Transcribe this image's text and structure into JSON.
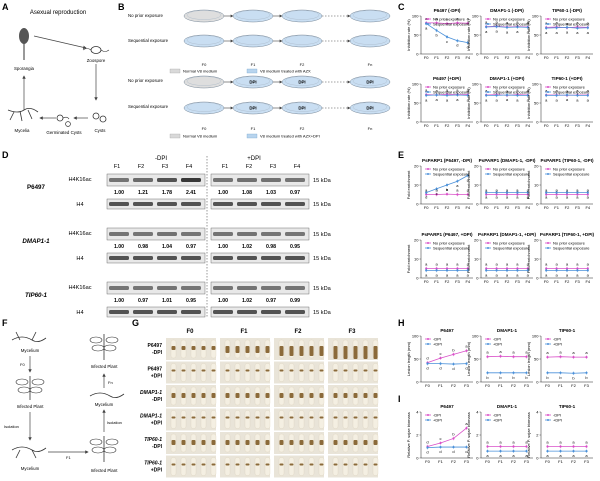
{
  "panel_labels": [
    "A",
    "B",
    "C",
    "D",
    "E",
    "F",
    "G",
    "H",
    "I"
  ],
  "A": {
    "title": "Asexual reproduction",
    "stages": [
      "Sporangia",
      "Zoospore",
      "Mycelia",
      "Germinated Cysts",
      "Cysts"
    ]
  },
  "B": {
    "row1_left": "No prior exposure",
    "row1_right": "Sequential exposure",
    "row2_left": "No prior exposure",
    "row2_right": "Sequential exposure",
    "gens": [
      "F0",
      "F1",
      "F2",
      "Fn"
    ],
    "dpi": "DPI",
    "legend1": [
      "Normal V8 medium",
      "V8 medium treated with AZX"
    ],
    "legend2": [
      "Normal V8 medium",
      "V8 medium treated with AZX+DPI"
    ]
  },
  "C": {
    "titles": [
      "P6497 (-DPI)",
      "DMAP1-1 (-DPI)",
      "TIP60-1 (-DPI)",
      "P6497 (+DPI)",
      "DMAP1-1 (+DPI)",
      "TIP60-1 (+DPI)"
    ],
    "ylabel": "Inhibition rate (%)",
    "x": [
      "F0",
      "F1",
      "F2",
      "F3",
      "F4"
    ],
    "legend": [
      "No prior exposure",
      "Sequential exposure"
    ]
  },
  "D": {
    "header_minus": "-DPI",
    "header_plus": "+DPI",
    "gens": [
      "F1",
      "F2",
      "F3",
      "F4"
    ],
    "strains": [
      "P6497",
      "DMAP1-1",
      "TIP60-1"
    ],
    "blots": [
      "H4K16ac",
      "H4"
    ],
    "kda": "15 kDa",
    "values": {
      "p6497_minus": [
        "1.00",
        "1.21",
        "1.78",
        "2.41"
      ],
      "p6497_plus": [
        "1.00",
        "1.08",
        "1.03",
        "0.97"
      ],
      "dmap_minus": [
        "1.00",
        "0.98",
        "1.04",
        "0.97"
      ],
      "dmap_plus": [
        "1.00",
        "1.02",
        "0.98",
        "0.95"
      ],
      "tip_minus": [
        "1.00",
        "0.97",
        "1.01",
        "0.95"
      ],
      "tip_plus": [
        "1.00",
        "1.02",
        "0.97",
        "0.99"
      ]
    }
  },
  "E": {
    "titles": [
      "PsPARP1 (P6497, -DPI)",
      "PsPARP1 (DMAP1-1, -DPI)",
      "PsPARP1 (TIP60-1, -DPI)",
      "PsPARP1 (P6497, +DPI)",
      "PsPARP1 (DMAP1-1, +DPI)",
      "PsPARP1 (TIP60-1, +DPI)"
    ],
    "ylabel": "Fold enrichment",
    "x": [
      "F0",
      "F1",
      "F2",
      "F3",
      "F4"
    ],
    "legend": [
      "No prior exposure",
      "Sequential exposure"
    ]
  },
  "F": {
    "labels": [
      "Mycelium",
      "Infected Plant",
      "F0",
      "Fn",
      "Infected Plant",
      "Mycelium",
      "Isolation",
      "Isolation",
      "Mycelium",
      "Infected Plant",
      "F1"
    ]
  },
  "G": {
    "cols": [
      "F0",
      "F1",
      "F2",
      "F3"
    ],
    "rows": [
      "P6497 -DPI",
      "P6497 +DPI",
      "DMAP1-1 -DPI",
      "DMAP1-1 +DPI",
      "TIP60-1 -DPI",
      "TIP60-1 +DPI"
    ]
  },
  "H": {
    "titles": [
      "P6497",
      "DMAP1-1",
      "TIP60-1"
    ],
    "ylabel": "Lesion length (mm)",
    "x": [
      "F0",
      "F1",
      "F2",
      "F3"
    ],
    "legend": [
      "-DPI",
      "+DPI"
    ]
  },
  "I": {
    "titles": [
      "P6497",
      "DMAP1-1",
      "TIP60-1"
    ],
    "ylabel": "Relative P. sojae biomass",
    "x": [
      "F0",
      "F1",
      "F2",
      "F3"
    ],
    "legend": [
      "-DPI",
      "+DPI"
    ]
  },
  "colors": {
    "pink": "#d94fc8",
    "blue": "#4a90d9",
    "grey": "#9aa0a6",
    "gel": "#e8e8e8",
    "leaf": "#e9e4d8"
  },
  "chart_data": [
    {
      "type": "line",
      "panel": "C",
      "title": "P6497 (-DPI)",
      "x": [
        "F0",
        "F1",
        "F2",
        "F3",
        "F4"
      ],
      "ylim": [
        0,
        100
      ],
      "ylabel": "Inhibition rate (%)",
      "series": [
        {
          "name": "No prior exposure",
          "values": [
            82,
            82,
            80,
            82,
            81
          ]
        },
        {
          "name": "Sequential exposure",
          "values": [
            80,
            62,
            45,
            35,
            30
          ]
        }
      ]
    },
    {
      "type": "line",
      "panel": "C",
      "title": "DMAP1-1 (-DPI)",
      "x": [
        "F0",
        "F1",
        "F2",
        "F3",
        "F4"
      ],
      "ylim": [
        0,
        100
      ],
      "ylabel": "Inhibition rate (%)",
      "series": [
        {
          "name": "No prior exposure",
          "values": [
            72,
            73,
            71,
            72,
            71
          ]
        },
        {
          "name": "Sequential exposure",
          "values": [
            71,
            72,
            70,
            71,
            70
          ]
        }
      ]
    },
    {
      "type": "line",
      "panel": "C",
      "title": "TIP60-1 (-DPI)",
      "x": [
        "F0",
        "F1",
        "F2",
        "F3",
        "F4"
      ],
      "ylim": [
        0,
        100
      ],
      "ylabel": "Inhibition rate (%)",
      "series": [
        {
          "name": "No prior exposure",
          "values": [
            70,
            71,
            69,
            71,
            70
          ]
        },
        {
          "name": "Sequential exposure",
          "values": [
            68,
            69,
            70,
            68,
            69
          ]
        }
      ]
    },
    {
      "type": "line",
      "panel": "C",
      "title": "P6497 (+DPI)",
      "x": [
        "F0",
        "F1",
        "F2",
        "F3",
        "F4"
      ],
      "ylim": [
        0,
        100
      ],
      "ylabel": "Inhibition rate (%)",
      "series": [
        {
          "name": "No prior exposure",
          "values": [
            72,
            71,
            73,
            72,
            72
          ]
        },
        {
          "name": "Sequential exposure",
          "values": [
            70,
            71,
            70,
            71,
            70
          ]
        }
      ]
    },
    {
      "type": "line",
      "panel": "C",
      "title": "DMAP1-1 (+DPI)",
      "x": [
        "F0",
        "F1",
        "F2",
        "F3",
        "F4"
      ],
      "ylim": [
        0,
        100
      ],
      "ylabel": "Inhibition rate (%)",
      "series": [
        {
          "name": "No prior exposure",
          "values": [
            71,
            72,
            70,
            72,
            71
          ]
        },
        {
          "name": "Sequential exposure",
          "values": [
            70,
            70,
            71,
            70,
            70
          ]
        }
      ]
    },
    {
      "type": "line",
      "panel": "C",
      "title": "TIP60-1 (+DPI)",
      "x": [
        "F0",
        "F1",
        "F2",
        "F3",
        "F4"
      ],
      "ylim": [
        0,
        100
      ],
      "ylabel": "Inhibition rate (%)",
      "series": [
        {
          "name": "No prior exposure",
          "values": [
            71,
            71,
            70,
            71,
            71
          ]
        },
        {
          "name": "Sequential exposure",
          "values": [
            70,
            70,
            71,
            70,
            70
          ]
        }
      ]
    },
    {
      "type": "line",
      "panel": "E",
      "title": "PsPARP1 (P6497, -DPI)",
      "x": [
        "F0",
        "F1",
        "F2",
        "F3",
        "F4"
      ],
      "ylim": [
        0,
        20
      ],
      "ylabel": "Fold enrichment",
      "series": [
        {
          "name": "No prior exposure",
          "values": [
            5,
            5,
            5.2,
            5,
            5
          ]
        },
        {
          "name": "Sequential exposure",
          "values": [
            6,
            8,
            10,
            12,
            15
          ]
        }
      ]
    },
    {
      "type": "line",
      "panel": "E",
      "title": "PsPARP1 (DMAP1-1, -DPI)",
      "x": [
        "F0",
        "F1",
        "F2",
        "F3",
        "F4"
      ],
      "ylim": [
        0,
        20
      ],
      "ylabel": "Fold enrichment",
      "series": [
        {
          "name": "No prior exposure",
          "values": [
            5,
            5,
            5,
            5,
            5
          ]
        },
        {
          "name": "Sequential exposure",
          "values": [
            6,
            6,
            6,
            6,
            6
          ]
        }
      ]
    },
    {
      "type": "line",
      "panel": "E",
      "title": "PsPARP1 (TIP60-1, -DPI)",
      "x": [
        "F0",
        "F1",
        "F2",
        "F3",
        "F4"
      ],
      "ylim": [
        0,
        20
      ],
      "ylabel": "Fold enrichment",
      "series": [
        {
          "name": "No prior exposure",
          "values": [
            5,
            5,
            5,
            5,
            5
          ]
        },
        {
          "name": "Sequential exposure",
          "values": [
            6,
            6,
            6,
            6,
            6
          ]
        }
      ]
    },
    {
      "type": "line",
      "panel": "E",
      "title": "PsPARP1 (P6497, +DPI)",
      "x": [
        "F0",
        "F1",
        "F2",
        "F3",
        "F4"
      ],
      "ylim": [
        0,
        20
      ],
      "ylabel": "Fold enrichment",
      "series": [
        {
          "name": "No prior exposure",
          "values": [
            5,
            5,
            5,
            5,
            5
          ]
        },
        {
          "name": "Sequential exposure",
          "values": [
            4,
            4,
            4,
            4,
            4
          ]
        }
      ]
    },
    {
      "type": "line",
      "panel": "E",
      "title": "PsPARP1 (DMAP1-1, +DPI)",
      "x": [
        "F0",
        "F1",
        "F2",
        "F3",
        "F4"
      ],
      "ylim": [
        0,
        20
      ],
      "ylabel": "Fold enrichment",
      "series": [
        {
          "name": "No prior exposure",
          "values": [
            5,
            5,
            5,
            5,
            5
          ]
        },
        {
          "name": "Sequential exposure",
          "values": [
            4,
            4,
            4,
            4,
            4
          ]
        }
      ]
    },
    {
      "type": "line",
      "panel": "E",
      "title": "PsPARP1 (TIP60-1, +DPI)",
      "x": [
        "F0",
        "F1",
        "F2",
        "F3",
        "F4"
      ],
      "ylim": [
        0,
        20
      ],
      "ylabel": "Fold enrichment",
      "series": [
        {
          "name": "No prior exposure",
          "values": [
            5,
            5,
            5,
            5,
            5
          ]
        },
        {
          "name": "Sequential exposure",
          "values": [
            4,
            4,
            4,
            4,
            4
          ]
        }
      ]
    },
    {
      "type": "line",
      "panel": "H",
      "title": "P6497",
      "x": [
        "F0",
        "F1",
        "F2",
        "F3"
      ],
      "ylim": [
        0,
        100
      ],
      "ylabel": "Lesion length (mm)",
      "series": [
        {
          "name": "-DPI",
          "values": [
            42,
            52,
            60,
            68
          ]
        },
        {
          "name": "+DPI",
          "values": [
            40,
            40,
            39,
            40
          ]
        }
      ]
    },
    {
      "type": "line",
      "panel": "H",
      "title": "DMAP1-1",
      "x": [
        "F0",
        "F1",
        "F2",
        "F3"
      ],
      "ylim": [
        0,
        100
      ],
      "ylabel": "Lesion length (mm)",
      "series": [
        {
          "name": "-DPI",
          "values": [
            55,
            56,
            55,
            55
          ]
        },
        {
          "name": "+DPI",
          "values": [
            20,
            20,
            20,
            20
          ]
        }
      ]
    },
    {
      "type": "line",
      "panel": "H",
      "title": "TIP60-1",
      "x": [
        "F0",
        "F1",
        "F2",
        "F3"
      ],
      "ylim": [
        0,
        100
      ],
      "ylabel": "Lesion length (mm)",
      "series": [
        {
          "name": "-DPI",
          "values": [
            54,
            55,
            54,
            54
          ]
        },
        {
          "name": "+DPI",
          "values": [
            20,
            20,
            19,
            20
          ]
        }
      ]
    },
    {
      "type": "line",
      "panel": "I",
      "title": "P6497",
      "x": [
        "F0",
        "F1",
        "F2",
        "F3"
      ],
      "ylim": [
        0,
        4
      ],
      "ylabel": "Relative P. sojae biomass",
      "series": [
        {
          "name": "-DPI",
          "values": [
            1.0,
            1.3,
            1.7,
            2.6
          ]
        },
        {
          "name": "+DPI",
          "values": [
            0.9,
            0.95,
            0.95,
            0.95
          ]
        }
      ]
    },
    {
      "type": "line",
      "panel": "I",
      "title": "DMAP1-1",
      "x": [
        "F0",
        "F1",
        "F2",
        "F3"
      ],
      "ylim": [
        0,
        4
      ],
      "ylabel": "Relative P. sojae biomass",
      "series": [
        {
          "name": "-DPI",
          "values": [
            1.0,
            1.0,
            1.0,
            1.0
          ]
        },
        {
          "name": "+DPI",
          "values": [
            0.6,
            0.6,
            0.6,
            0.6
          ]
        }
      ]
    },
    {
      "type": "line",
      "panel": "I",
      "title": "TIP60-1",
      "x": [
        "F0",
        "F1",
        "F2",
        "F3"
      ],
      "ylim": [
        0,
        4
      ],
      "ylabel": "Relative P. sojae biomass",
      "series": [
        {
          "name": "-DPI",
          "values": [
            1.0,
            1.0,
            1.0,
            1.0
          ]
        },
        {
          "name": "+DPI",
          "values": [
            0.6,
            0.6,
            0.6,
            0.6
          ]
        }
      ]
    }
  ]
}
